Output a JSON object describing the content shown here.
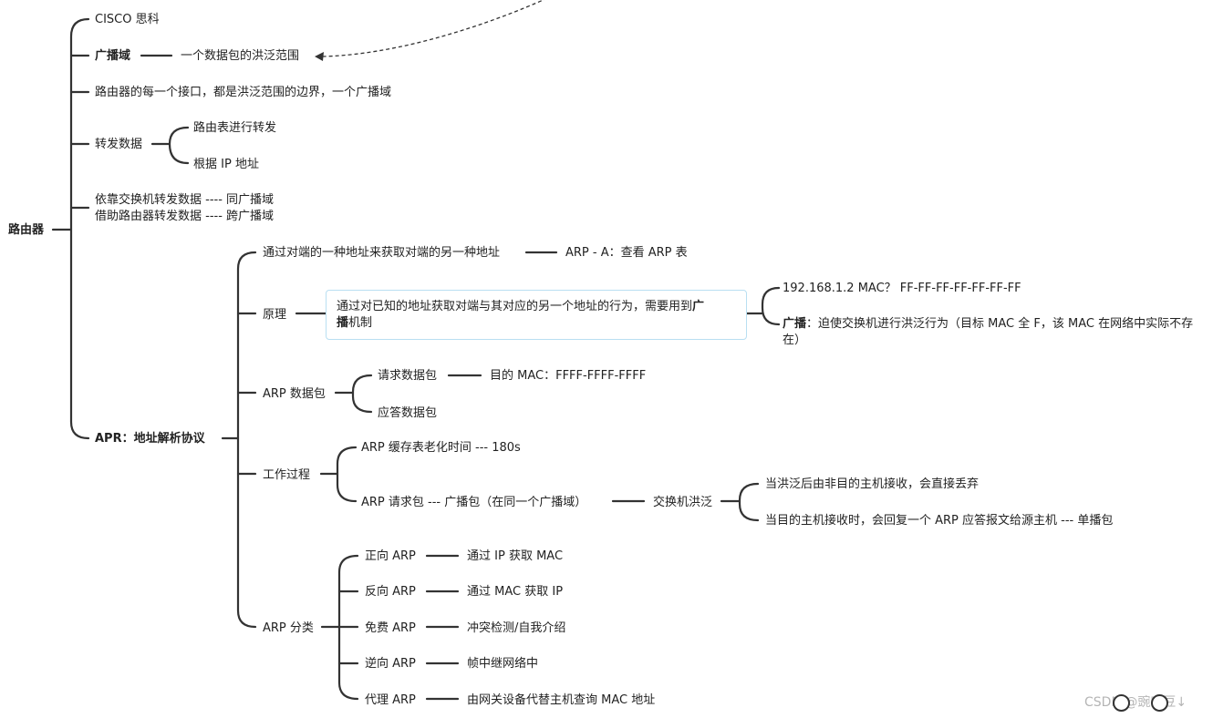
{
  "root": {
    "label": "路由器"
  },
  "nodes": {
    "cisco": "CISCO 思科",
    "broadcast_domain": "广播域",
    "broadcast_domain_desc": "一个数据包的洪泛范围",
    "router_interface": "路由器的每一个接口，都是洪泛范围的边界，一个广播域",
    "forward_data": "转发数据",
    "forward_by_table": "路由表进行转发",
    "forward_by_ip": "根据 IP 地址",
    "switch_forward": "依靠交换机转发数据 ---- 同广播域",
    "router_forward": "借助路由器转发数据 ---- 跨广播域",
    "arp": "APR：地址解析协议",
    "arp_intro": "通过对端的一种地址来获取对端的另一种地址",
    "arp_cmd": "ARP - A：查看 ARP 表",
    "principle": "原理",
    "principle_box_a": "通过对已知的地址获取对端与其对应的另一个地址的行为，需要用到",
    "principle_box_bold_1": "广",
    "principle_box_bold_2": "播",
    "principle_box_b": "机制",
    "principle_query": "192.168.1.2    MAC？    FF-FF-FF-FF-FF-FF-FF",
    "principle_broadcast_label": "广播",
    "principle_broadcast_text": "：迫使交换机进行洪泛行为（目标 MAC 全 F，该 MAC 在网络中实际不存在）",
    "arp_packet": "ARP 数据包",
    "request_packet": "请求数据包",
    "request_dest_mac": "目的 MAC：FFFF-FFFF-FFFF",
    "reply_packet": "应答数据包",
    "workflow": "工作过程",
    "cache_aging": "ARP 缓存表老化时间 --- 180s",
    "request_broadcast": "ARP 请求包 --- 广播包（在同一个广播域）",
    "switch_flood": "交换机洪泛",
    "flood_discard": "当洪泛后由非目的主机接收，会直接丢弃",
    "flood_reply": "当目的主机接收时，会回复一个 ARP 应答报文给源主机  ---  单播包",
    "arp_types": "ARP 分类",
    "forward_arp": "正向 ARP",
    "forward_arp_desc": "通过 IP 获取 MAC",
    "reverse_arp": "反向 ARP",
    "reverse_arp_desc": "通过 MAC 获取 IP",
    "gratuitous_arp": "免费 ARP",
    "gratuitous_arp_desc": "冲突检测/自我介绍",
    "inverse_arp": "逆向 ARP",
    "inverse_arp_desc": "帧中继网络中",
    "proxy_arp": "代理 ARP",
    "proxy_arp_desc": "由网关设备代替主机查询 MAC 地址"
  },
  "watermark": "CSDN @豌宝豆↓",
  "colors": {
    "line": "#333333",
    "box_border": "#b9dff2",
    "text": "#222222",
    "watermark": "#b5b5b5"
  }
}
